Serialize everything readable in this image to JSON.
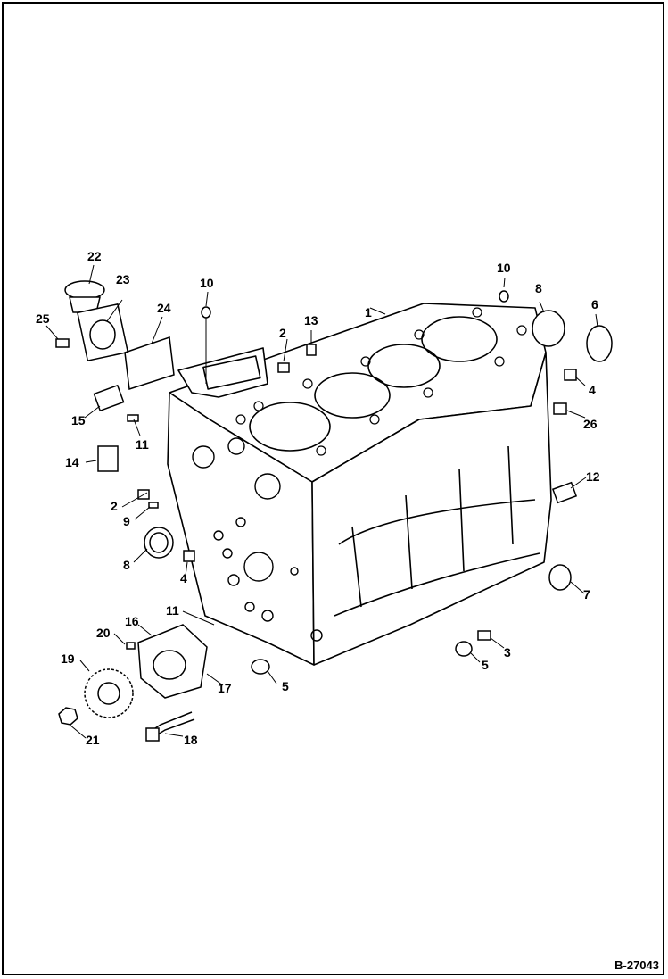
{
  "figure_code": "B-27043",
  "callouts": [
    "1",
    "2",
    "2",
    "3",
    "4",
    "4",
    "5",
    "5",
    "6",
    "7",
    "8",
    "8",
    "9",
    "10",
    "10",
    "11",
    "11",
    "12",
    "13",
    "14",
    "15",
    "16",
    "17",
    "18",
    "19",
    "20",
    "21",
    "22",
    "23",
    "24",
    "25",
    "26"
  ]
}
